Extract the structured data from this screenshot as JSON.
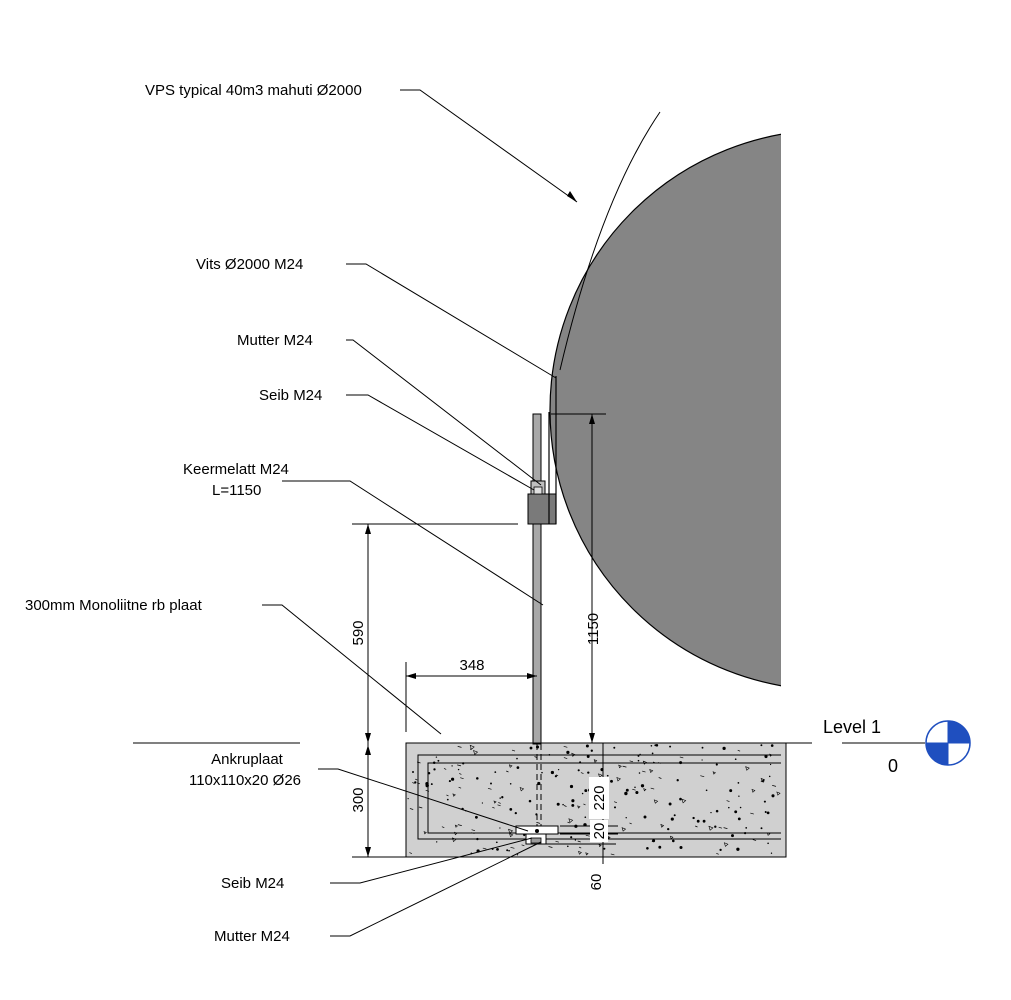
{
  "labels": {
    "tank": "VPS typical 40m3 mahuti Ø2000",
    "screw": "Vits Ø2000 M24",
    "nut_top": "Mutter M24",
    "washer_top": "Seib M24",
    "rod_line1": "Keermelatt M24",
    "rod_line2": "L=1150",
    "slab": "300mm Monoliitne rb plaat",
    "anchor_line1": "Ankruplaat",
    "anchor_line2": "110x110x20 Ø26",
    "washer_bottom": "Seib M24",
    "nut_bottom": "Mutter M24"
  },
  "dimensions": {
    "d590": "590",
    "d1150": "1150",
    "d348": "348",
    "d300": "300",
    "d220": "220",
    "d20": "20",
    "d60": "60"
  },
  "level": {
    "name": "Level 1",
    "elevation": "0"
  },
  "colors": {
    "tank_fill": "#858585",
    "concrete_fill": "#d0d0d0",
    "level_marker": "#1f4fbf"
  }
}
